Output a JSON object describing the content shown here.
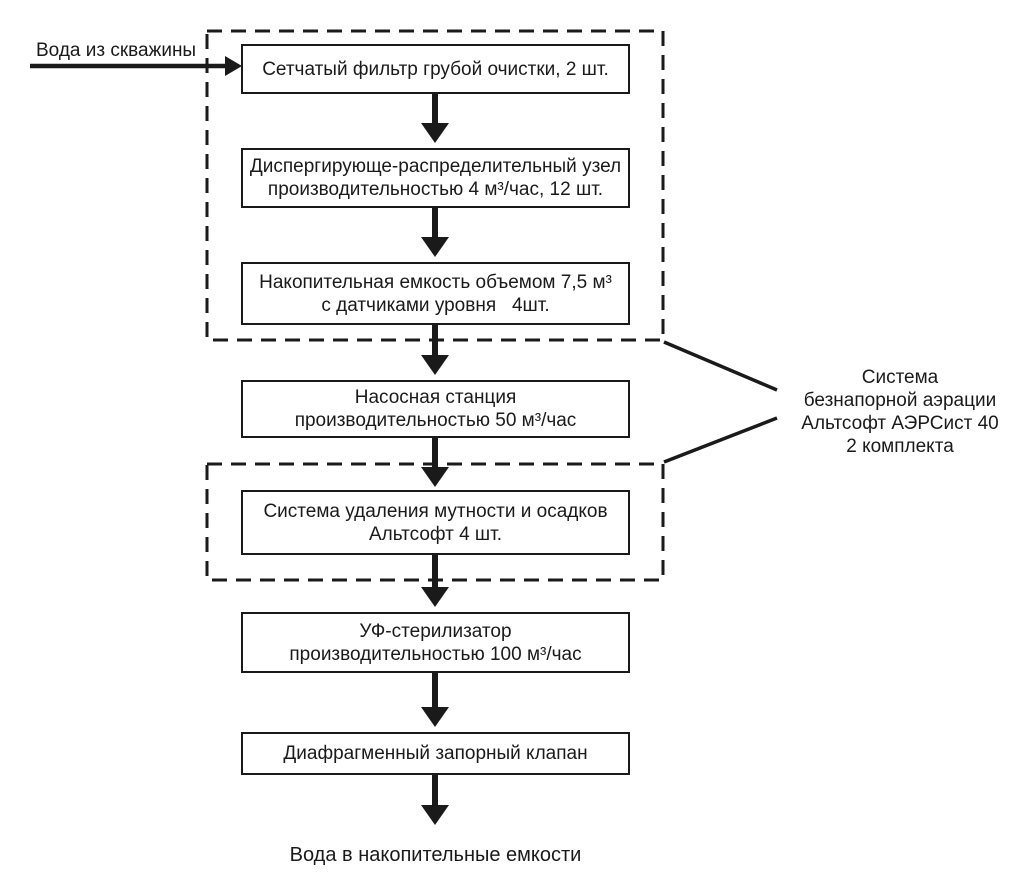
{
  "diagram": {
    "input_label": "Вода из скважины",
    "output_label": "Вода в накопительные емкости",
    "boxes": [
      {
        "lines": [
          "Сетчатый фильтр грубой очистки, 2 шт."
        ]
      },
      {
        "lines": [
          "Диспергирующе-распределительный узел",
          "производительностью 4 м³/час, 12 шт."
        ]
      },
      {
        "lines": [
          "Накопительная емкость объемом 7,5 м³",
          "с датчиками уровня   4шт."
        ]
      },
      {
        "lines": [
          "Насосная станция",
          "производительностью 50 м³/час"
        ]
      },
      {
        "lines": [
          "Система удаления мутности и осадков",
          "Альтсофт 4 шт."
        ]
      },
      {
        "lines": [
          "УФ-стерилизатор",
          "производительностью 100 м³/час"
        ]
      },
      {
        "lines": [
          "Диафрагменный запорный клапан"
        ]
      }
    ],
    "side_label": {
      "lines": [
        "Система",
        "безнапорной аэрации",
        "Альтсофт АЭРСист 40",
        "2 комплекта"
      ]
    },
    "colors": {
      "ink": "#1a1a1a",
      "background": "#ffffff",
      "box_fill": "#ffffff"
    }
  }
}
